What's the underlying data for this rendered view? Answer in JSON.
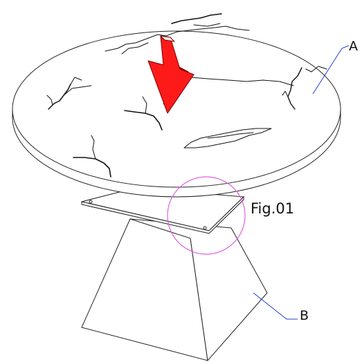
{
  "labels": {
    "a": "A",
    "b": "B",
    "fig": "Fig.01"
  },
  "colors": {
    "line": "#222222",
    "crack": "#111111",
    "leader": "#1f3fd6",
    "arrow_face": "#ff1a1a",
    "arrow_shade": "#c40000",
    "highlight_circle": "#e060e0"
  },
  "icons": {
    "arrow": "down-arrow-icon"
  }
}
